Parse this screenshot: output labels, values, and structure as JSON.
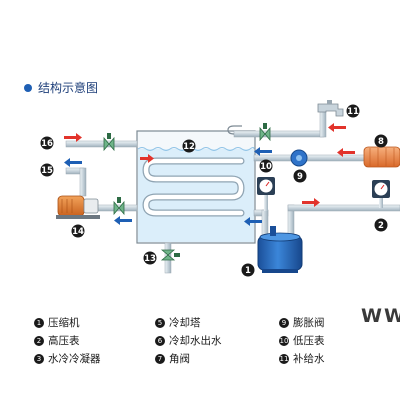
{
  "title": "结构示意图",
  "watermark": "WW",
  "component_numbers": [
    "16",
    "15",
    "14",
    "13",
    "12",
    "11",
    "9",
    "8",
    "10",
    "2",
    "1"
  ],
  "legend": {
    "items": [
      {
        "num": "1",
        "label": "压缩机"
      },
      {
        "num": "2",
        "label": "高压表"
      },
      {
        "num": "3",
        "label": "水冷冷凝器"
      },
      {
        "num": "5",
        "label": "冷却塔"
      },
      {
        "num": "6",
        "label": "冷却水出水"
      },
      {
        "num": "7",
        "label": "角阀"
      },
      {
        "num": "9",
        "label": "膨胀阀"
      },
      {
        "num": "10",
        "label": "低压表"
      },
      {
        "num": "11",
        "label": "补给水"
      }
    ]
  },
  "colors": {
    "pipe": "#c8d4dc",
    "pipe_edge": "#9aa8b2",
    "tank_water": "#dbeefa",
    "coil": "#ffffff",
    "arrow_red": "#e2332b",
    "arrow_blue": "#1e5fb4",
    "valve": "#4f9a6a",
    "compressor": "#2b6fc7",
    "label_circle": "#1a1a1a",
    "pump": "#e0843a",
    "hx_8": "#ef8b45"
  }
}
